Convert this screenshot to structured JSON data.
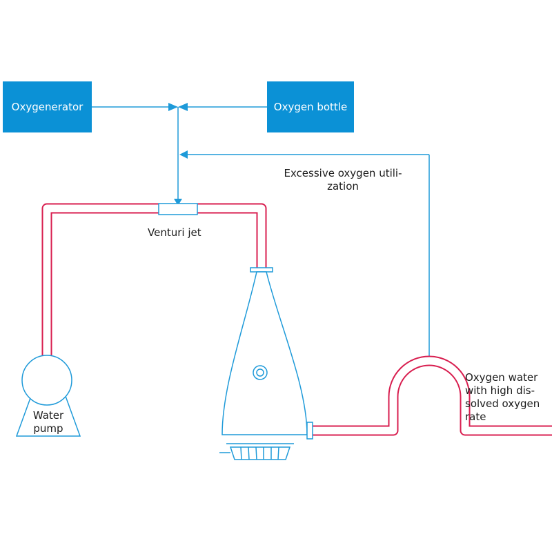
{
  "colors": {
    "accent": "#0b91d6",
    "pipe": "#d81e4f",
    "outline": "#1e9ad9",
    "text": "#1a1a1a"
  },
  "nodes": {
    "oxygenerator": "Oxygenerator",
    "oxygen_bottle": "Oxygen bottle"
  },
  "labels": {
    "venturi_jet": "Venturi jet",
    "water_pump_line1": "Water",
    "water_pump_line2": "pump",
    "excess_line1": "Excessive oxygen utili-",
    "excess_line2": "zation",
    "output_line1": "Oxygen water",
    "output_line2": "with high dis-",
    "output_line3": "solved oxygen",
    "output_line4": "rate"
  }
}
